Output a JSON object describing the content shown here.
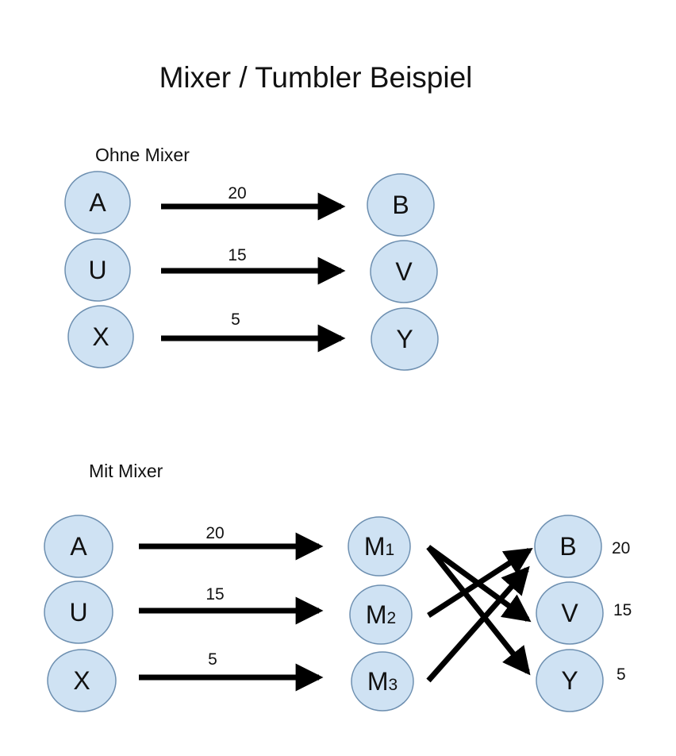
{
  "title": "Mixer / Tumbler Beispiel",
  "colors": {
    "node_fill": "#cfe2f3",
    "node_stroke": "#6d8fb0",
    "arrow": "#000000"
  },
  "sections": {
    "without_mixer": {
      "label": "Ohne Mixer",
      "sources": [
        "A",
        "U",
        "X"
      ],
      "targets": [
        "B",
        "V",
        "Y"
      ],
      "amounts": [
        "20",
        "15",
        "5"
      ]
    },
    "with_mixer": {
      "label": "Mit Mixer",
      "sources": [
        "A",
        "U",
        "X"
      ],
      "mixers": [
        {
          "letter": "M",
          "index": "1"
        },
        {
          "letter": "M",
          "index": "2"
        },
        {
          "letter": "M",
          "index": "3"
        }
      ],
      "targets": [
        "B",
        "V",
        "Y"
      ],
      "amounts": [
        "20",
        "15",
        "5"
      ],
      "received": [
        "20",
        "15",
        "5"
      ],
      "mixer_connections": [
        {
          "from": "M1",
          "to": "V"
        },
        {
          "from": "M1",
          "to": "Y"
        },
        {
          "from": "M2",
          "to": "B"
        },
        {
          "from": "M3",
          "to": "B"
        }
      ]
    }
  }
}
